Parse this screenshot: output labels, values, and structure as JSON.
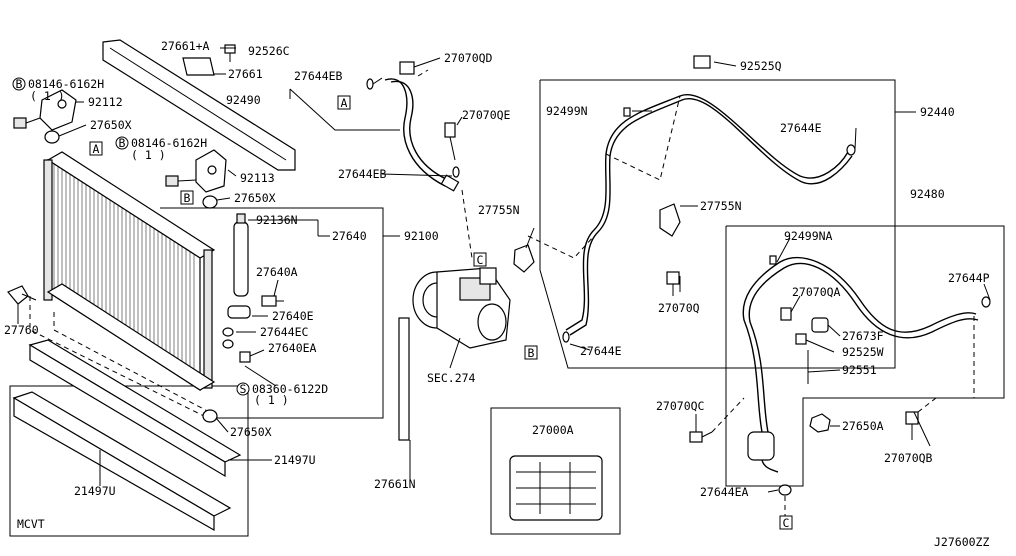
{
  "diagram_id": "J27600ZZ",
  "parts": {
    "p27661A": "27661+A",
    "p92526C": "92526C",
    "p27661": "27661",
    "p27644EB_a": "27644EB",
    "p27070QD": "27070QD",
    "p92525Q": "92525Q",
    "p08146_a": "08146-6162H",
    "p08146_a_qty": "( 1 )",
    "p92112": "92112",
    "p92490": "92490",
    "p27650X_a": "27650X",
    "p08146_b": "08146-6162H",
    "p08146_b_qty": "( 1 )",
    "p27070QE": "27070QE",
    "p92499N": "92499N",
    "p92440": "92440",
    "p27644E_a": "27644E",
    "p92113": "92113",
    "p27644EB_b": "27644EB",
    "p27650X_b": "27650X",
    "p27755N_a": "27755N",
    "p27755N_b": "27755N",
    "p92480": "92480",
    "p92136N": "92136N",
    "p27640": "27640",
    "p92100": "92100",
    "p92499NA": "92499NA",
    "p27640A": "27640A",
    "p27644P": "27644P",
    "p27070QA": "27070QA",
    "p27070Q": "27070Q",
    "p27760": "27760",
    "p27640E": "27640E",
    "p27644EC": "27644EC",
    "p27673F": "27673F",
    "p27644E_b": "27644E",
    "p92525W": "92525W",
    "p27640EA": "27640EA",
    "p92551": "92551",
    "p08360": "08360-6122D",
    "p08360_qty": "( 1 )",
    "p27070QC": "27070QC",
    "p27000A": "27000A",
    "p27650A": "27650A",
    "p27650X_c": "27650X",
    "p21497U_a": "21497U",
    "p27070QB": "27070QB",
    "p27661N": "27661N",
    "p21497U_b": "21497U",
    "p27644EA": "27644EA",
    "sec274": "SEC.274",
    "mcvt": "MCVT"
  },
  "connectors": {
    "A1": "A",
    "A2": "A",
    "B1": "B",
    "B2": "B",
    "B3": "B",
    "C1": "C",
    "C2": "C",
    "S1": "S"
  }
}
